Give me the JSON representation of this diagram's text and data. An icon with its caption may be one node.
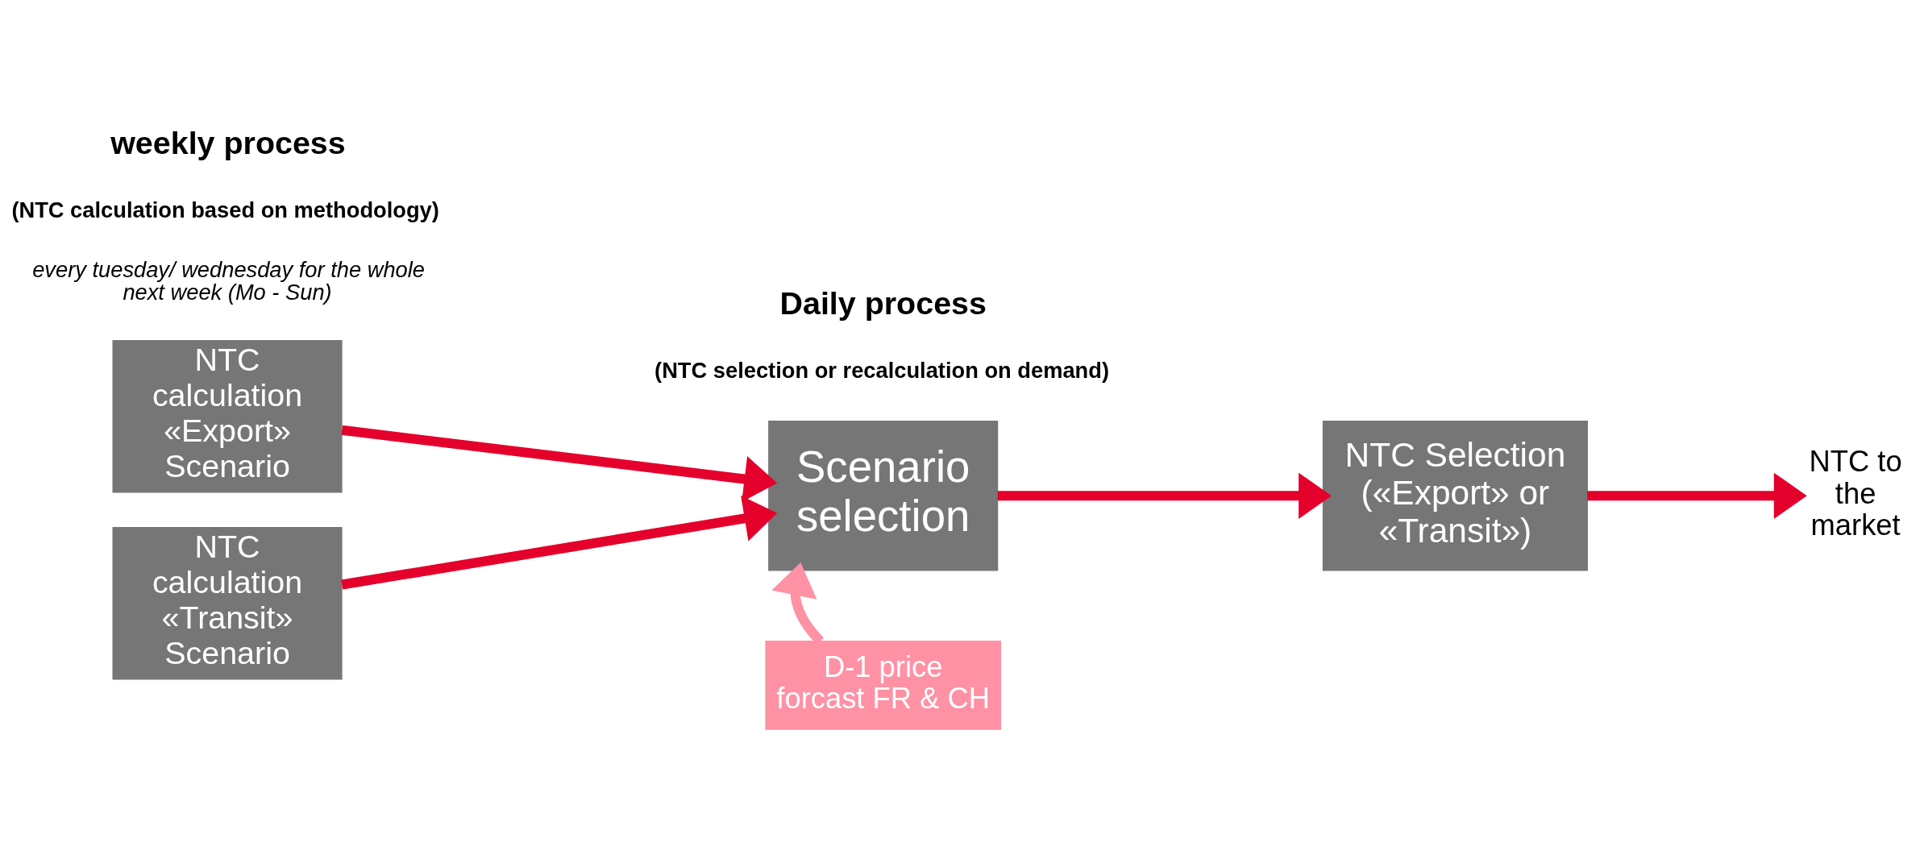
{
  "diagram": {
    "nodes": [
      {
        "text": [
          "NTC calculation «Export» Scenario"
        ]
      },
      {
        "text": [
          "NTC calculation «Transit» Scenario"
        ]
      },
      {
        "text": [
          "Scenario selection"
        ]
      },
      {
        "text": [
          "NTC Selection («Export» or «Transit»)"
        ]
      },
      {
        "text": [
          "NTC to the market"
        ]
      },
      {
        "text": [
          "D-1 price forcast FR & CH"
        ]
      }
    ],
    "edges": [
      {
        "from": 0,
        "to": 2,
        "arrow": "to"
      },
      {
        "from": 1,
        "to": 2,
        "arrow": "to"
      },
      {
        "from": 2,
        "to": 3,
        "arrow": "to"
      },
      {
        "from": 3,
        "to": 4,
        "arrow": "to"
      },
      {
        "from": 5,
        "to": 2,
        "arrow": "to",
        "color": "#ff91a4"
      }
    ],
    "labels": [
      "weekly process",
      "(NTC calculation based on methodology)",
      "every tuesday/ wednesday for the whole next week (Mo - Sun)",
      "Daily process",
      "(NTC selection or recalculation on demand)"
    ]
  }
}
